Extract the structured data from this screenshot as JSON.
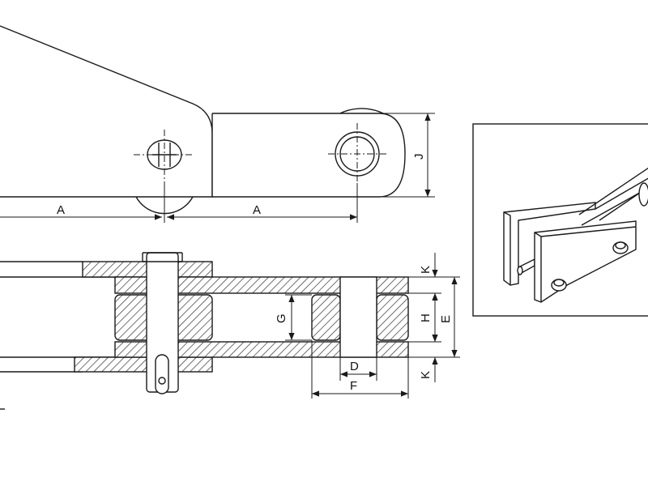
{
  "drawing": {
    "labels": {
      "a_left": "A",
      "a_right": "A",
      "j": "J",
      "k_top": "K",
      "k_bottom": "K",
      "g": "G",
      "h": "H",
      "e": "E",
      "d": "D",
      "f": "F"
    }
  },
  "colors": {
    "line": "#1a1a1a",
    "hatch": "#333333",
    "background": "#ffffff"
  }
}
